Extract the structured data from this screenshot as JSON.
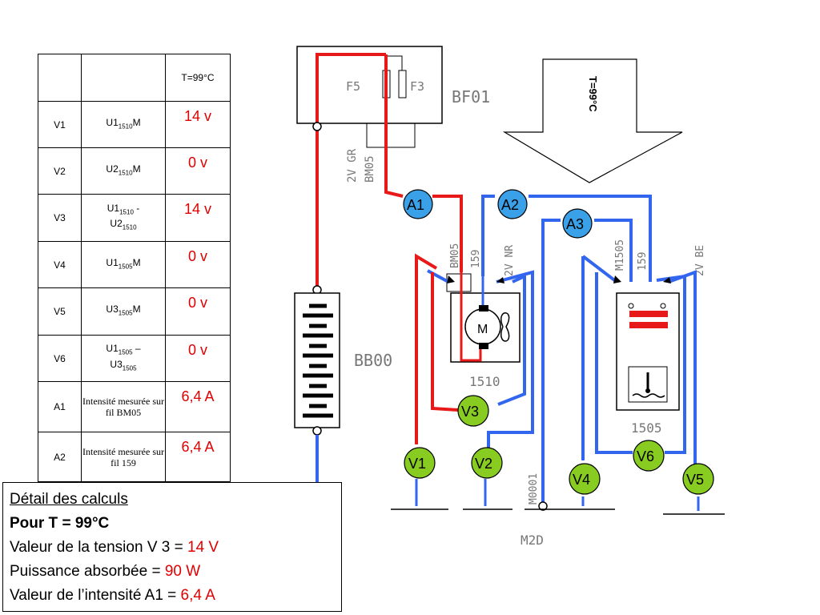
{
  "table": {
    "header": [
      "",
      "",
      "T=99°C"
    ],
    "rows": [
      {
        "id": "V1",
        "desc_main": "U1",
        "desc_sub": "1510",
        "desc_suffix": "M",
        "value": "14 v"
      },
      {
        "id": "V2",
        "desc_main": "U2",
        "desc_sub": "1510",
        "desc_suffix": "M",
        "value": "0 v"
      },
      {
        "id": "V3",
        "desc_main": "U1",
        "desc_sub": "1510",
        "desc_suffix": " -",
        "desc_main2": "U2",
        "desc_sub2": "1510",
        "value": "14 v"
      },
      {
        "id": "V4",
        "desc_main": "U1",
        "desc_sub": "1505",
        "desc_suffix": "M",
        "value": "0 v"
      },
      {
        "id": "V5",
        "desc_main": "U3",
        "desc_sub": "1505",
        "desc_suffix": "M",
        "value": "0 v"
      },
      {
        "id": "V6",
        "desc_main": "U1",
        "desc_sub": "1505",
        "desc_suffix": " –",
        "desc_main2": "U3",
        "desc_sub2": "1505",
        "value": "0 v"
      },
      {
        "id": "A1",
        "desc_text": "Intensité mesurée sur fil BM05",
        "value": "6,4 A"
      },
      {
        "id": "A2",
        "desc_text": "Intensité mesurée sur fil 159",
        "value": "6,4 A"
      }
    ]
  },
  "details": {
    "title": "Détail des calculs",
    "condition": "Pour T = 99°C",
    "line1_label": "Valeur de la tension V 3 = ",
    "line1_value": "14 V",
    "line2_label": "Puissance absorbée = ",
    "line2_value": "90 W",
    "line3_label": "Valeur de l’intensité A1 = ",
    "line3_value": "6,4 A"
  },
  "diagram": {
    "fuse_box": "BF01",
    "fuse_left": "F5",
    "fuse_right": "F3",
    "wire_top": "2V GR",
    "wire_top2": "BM05",
    "battery": "BB00",
    "motor_unit": "1510",
    "motor_symbol": "M",
    "sensor_unit": "1505",
    "motor_wire1": "BM05",
    "motor_wire2": "159",
    "motor_conn": "2V NR",
    "sensor_wire1": "M1505",
    "sensor_wire2": "159",
    "sensor_conn": "2V BE",
    "ground_wire": "M0001",
    "ground_label": "M2D",
    "temperature": "T=99°C",
    "meters": [
      "A1",
      "A2",
      "A3",
      "V1",
      "V2",
      "V3",
      "V4",
      "V5",
      "V6"
    ],
    "colors": {
      "positive": "#e81919",
      "negative": "#3366ee",
      "voltmeter": "#88cc22",
      "ammeter": "#3aa0e8"
    }
  }
}
